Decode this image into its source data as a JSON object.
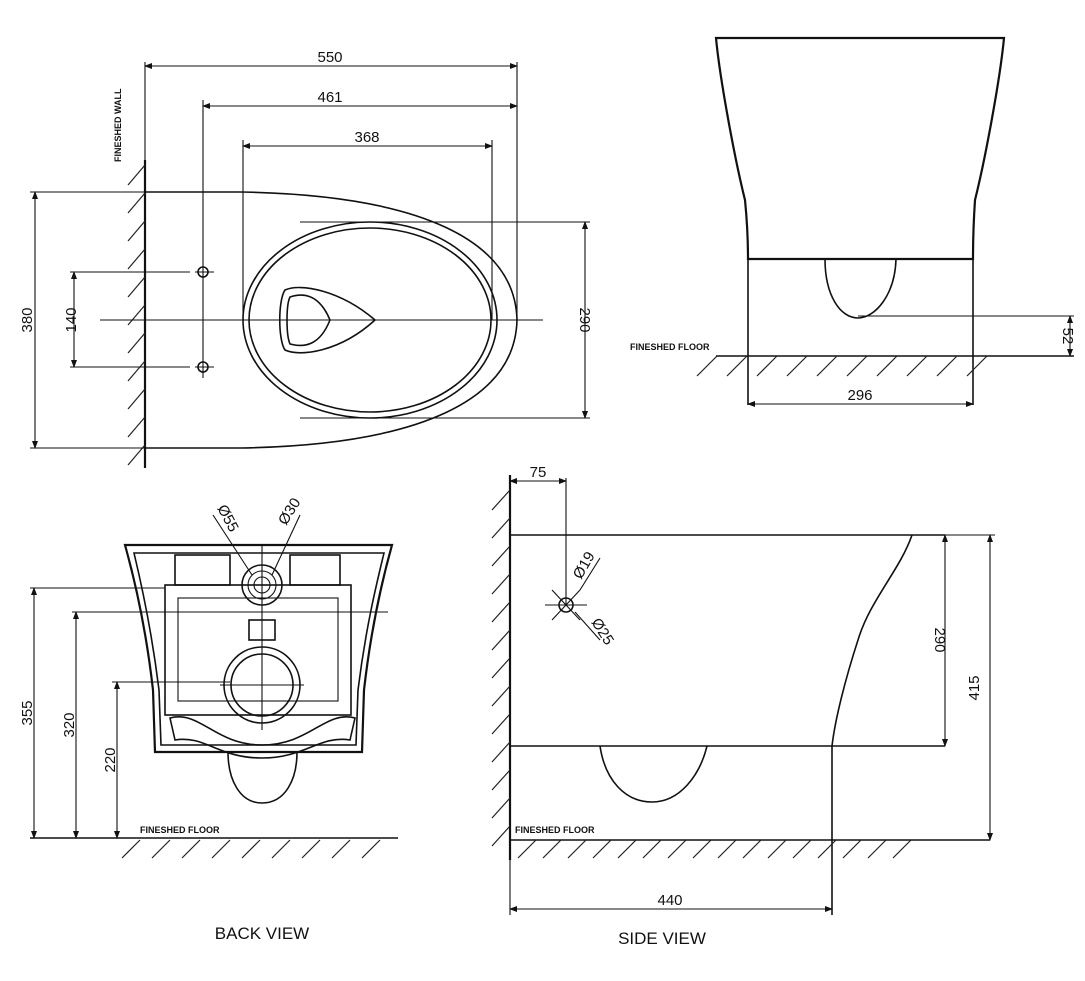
{
  "drawing": {
    "subject": "Wall-hung toilet technical dimension drawing",
    "labels": {
      "finished_wall": "FINESHED WALL",
      "finished_floor": "FINESHED FLOOR"
    },
    "top_view": {
      "dims": {
        "overall_depth": "550",
        "fixing_to_front": "461",
        "bowl_length": "368",
        "overall_width": "380",
        "fixing_spacing": "140",
        "bowl_width": "290"
      }
    },
    "front_view": {
      "dims": {
        "base_width": "296",
        "outlet_clearance": "52"
      }
    },
    "back_view": {
      "caption": "BACK VIEW",
      "dims": {
        "waste_dia": "Ø55",
        "inlet_dia": "Ø30",
        "height_inlet": "355",
        "height_fixing": "320",
        "height_outlet": "220"
      }
    },
    "side_view": {
      "caption": "SIDE VIEW",
      "dims": {
        "inlet_offset": "75",
        "inlet_dia_inner": "Ø19",
        "inlet_dia_outer": "Ø25",
        "bowl_height": "290",
        "top_height": "415",
        "projection": "440"
      }
    }
  }
}
